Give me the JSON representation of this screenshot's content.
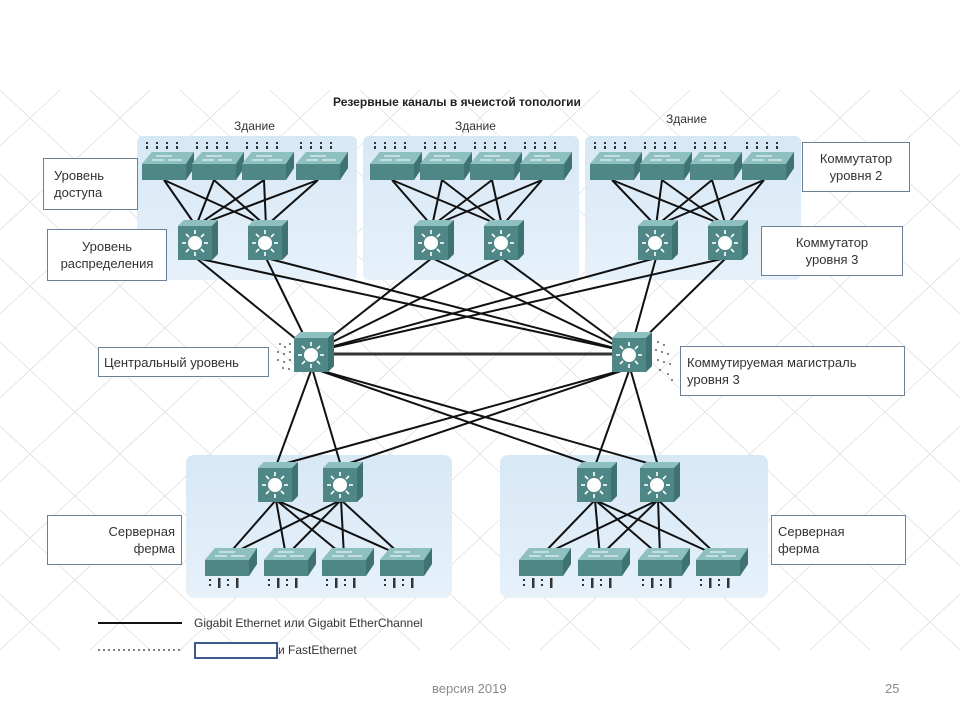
{
  "diagram": {
    "title": "Резервные каналы в ячеистой топологии",
    "buildings": [
      {
        "label": "Здание"
      },
      {
        "label": "Здание"
      },
      {
        "label": "Здание"
      }
    ],
    "layer_labels": {
      "access": [
        "Уровень",
        "доступа"
      ],
      "distribution": [
        "Уровень",
        "распределения"
      ],
      "core": [
        "Центральный уровень"
      ],
      "server_farm_left": [
        "Серверная",
        "ферма"
      ],
      "server_farm_right": [
        "Серверная",
        "ферма"
      ]
    },
    "device_labels": {
      "layer2_switch": [
        "Коммутатор",
        "уровня 2"
      ],
      "layer3_switch": [
        "Коммутатор",
        "уровня 3"
      ],
      "layer3_backbone": [
        "Коммутируемая магистраль",
        "уровня 3"
      ]
    },
    "colors": {
      "switch_body": "#4f8a8b",
      "switch_top": "#7fb3b3",
      "zone_fill": "#ddebf6",
      "link": "#111111",
      "label_border": "#6b7f96"
    }
  },
  "legend": {
    "solid_line_label": "Gigabit Ethernet или Gigabit EtherChannel",
    "dotted_line_label": "и FastEthernet"
  },
  "footer": {
    "version": "версия 2019",
    "page_number": "25"
  }
}
